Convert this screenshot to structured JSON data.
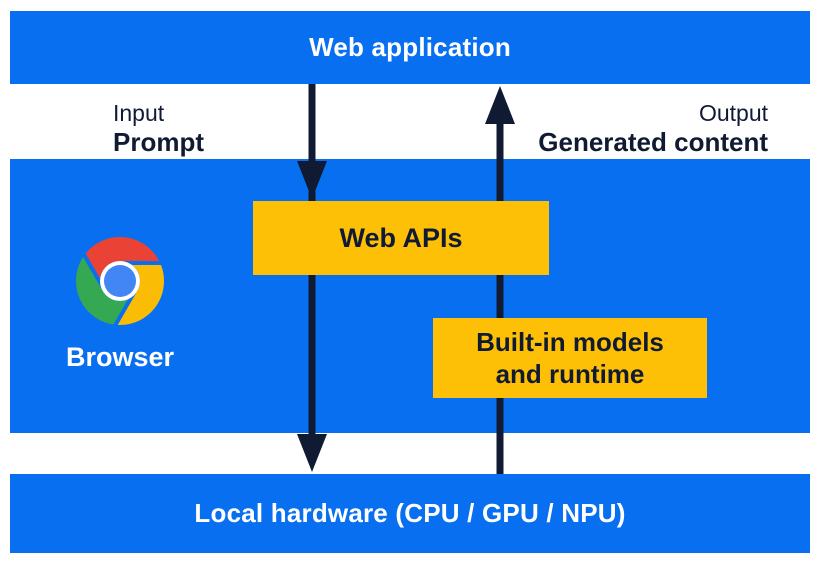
{
  "diagram": {
    "layers": {
      "web_application": "Web application",
      "hardware": "Local hardware (CPU / GPU / NPU)"
    },
    "io": {
      "input_label": "Input",
      "input_value": "Prompt",
      "output_label": "Output",
      "output_value": "Generated content"
    },
    "browser": {
      "label": "Browser",
      "logo": "chrome-logo-icon"
    },
    "boxes": {
      "web_apis": "Web APIs",
      "builtin_line1": "Built-in models",
      "builtin_line2": "and runtime"
    },
    "arrows": {
      "down": "input-flow-arrow",
      "up": "output-flow-arrow"
    },
    "colors": {
      "blue": "#0870F0",
      "yellow": "#FEC006",
      "dark": "#101B33",
      "white": "#FFFFFF",
      "chrome-red": "#EA4335",
      "chrome-green": "#34A853",
      "chrome-yellow": "#FBBC05",
      "chrome-blue": "#4285F4"
    }
  }
}
